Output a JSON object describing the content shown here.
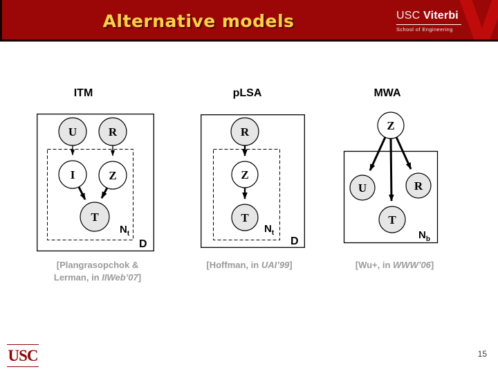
{
  "header": {
    "title": "Alternative models",
    "logo": {
      "usc": "USC",
      "name": "Viterbi",
      "school": "School of Engineering",
      "watermark": "V"
    }
  },
  "models": [
    {
      "label": "ITM",
      "nodes": {
        "u": "U",
        "r": "R",
        "i": "I",
        "z": "Z",
        "t": "T"
      },
      "plates": {
        "inner": "N",
        "inner_sub": "t",
        "outer": "D"
      },
      "citation": {
        "prefix": "[Plangrasopchok &\nLerman, in ",
        "venue": "IIWeb’07",
        "suffix": "]"
      }
    },
    {
      "label": "pLSA",
      "nodes": {
        "r": "R",
        "z": "Z",
        "t": "T"
      },
      "plates": {
        "inner": "N",
        "inner_sub": "t",
        "outer": "D"
      },
      "citation": {
        "prefix": "[Hoffman, in ",
        "venue": "UAI’99",
        "suffix": "]"
      }
    },
    {
      "label": "MWA",
      "nodes": {
        "z": "Z",
        "u": "U",
        "r": "R",
        "t": "T"
      },
      "plates": {
        "inner": "N",
        "inner_sub": "b"
      },
      "citation": {
        "prefix": "[Wu+, in ",
        "venue": "WWW’06",
        "suffix": "]"
      }
    }
  ],
  "footer": {
    "wordmark": "USC",
    "page_number": "15"
  },
  "colors": {
    "banner_red": "#9b0707",
    "title_gold": "#ffd04a",
    "viterbi_v_red": "#c00b0b",
    "citation_gray": "#9a9a9a",
    "usc_cardinal": "#8c0605"
  }
}
